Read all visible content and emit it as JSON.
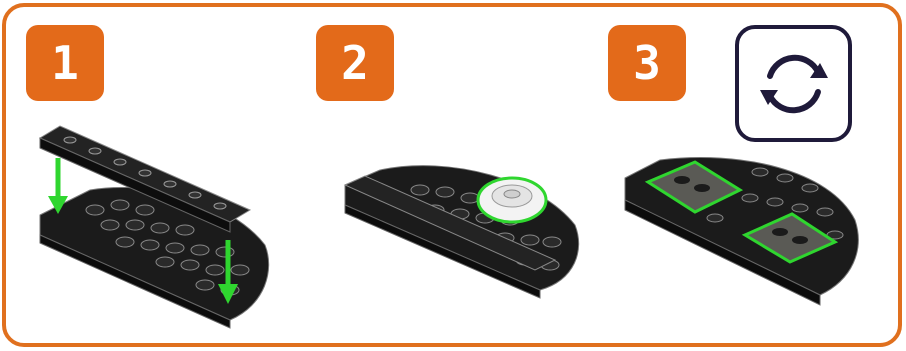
{
  "steps": [
    {
      "number": "1"
    },
    {
      "number": "2"
    },
    {
      "number": "3"
    }
  ],
  "icons": {
    "rotate": "rotate-model-icon"
  },
  "colors": {
    "frame": "#e0701e",
    "badge": "#e36a1a",
    "badge_text": "#ffffff",
    "icon_stroke": "#1f1a3a",
    "brick": "#1b1b1b",
    "highlight": "#2fd62f",
    "tile": "#5a5a55"
  }
}
